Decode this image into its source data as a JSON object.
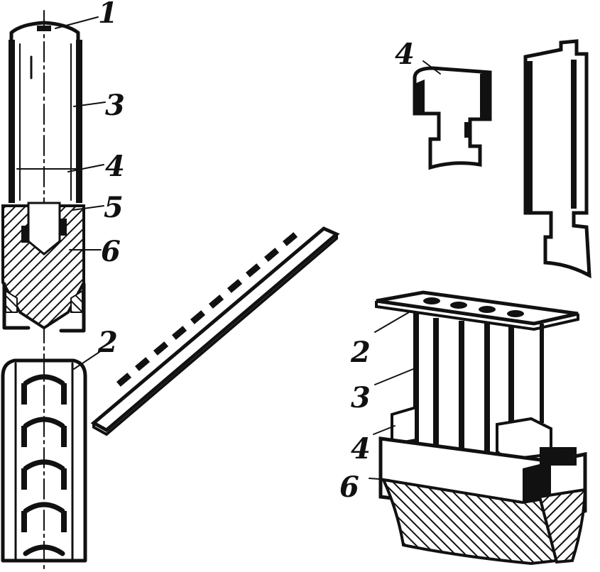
{
  "figure": {
    "labels": {
      "left_1": "1",
      "left_3": "3",
      "left_4": "4",
      "left_5": "5",
      "left_6": "6",
      "left_2": "2",
      "top_right_4": "4",
      "bottom_right_2": "2",
      "bottom_right_3": "3",
      "bottom_right_4": "4",
      "bottom_right_6": "6"
    },
    "ink_color": "#111111",
    "paper_color": "#ffffff"
  }
}
